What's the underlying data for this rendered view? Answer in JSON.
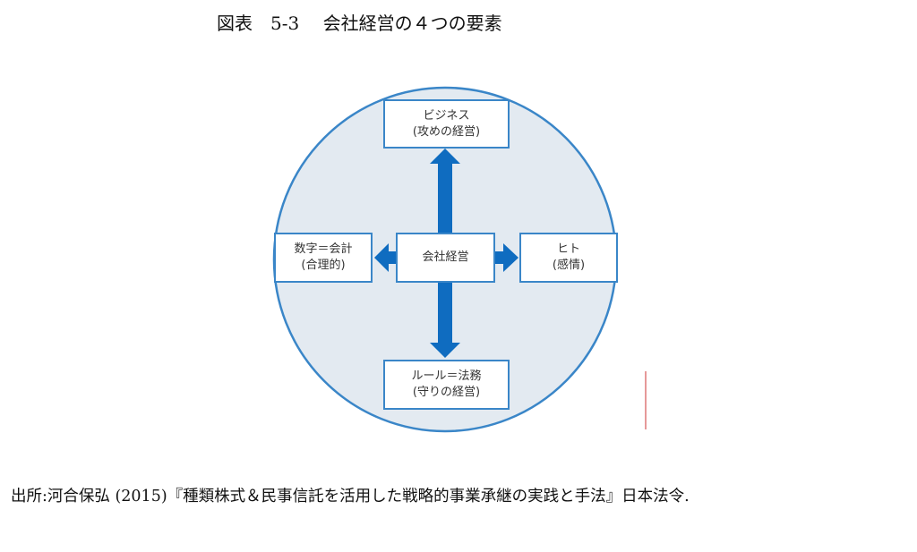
{
  "title": "図表　5-3　 会社経営の４つの要素",
  "diagram": {
    "center": "会社経営",
    "top": {
      "line1": "ビジネス",
      "line2": "(攻めの経営)"
    },
    "left": {
      "line1": "数字＝会計",
      "line2": "(合理的)"
    },
    "right": {
      "line1": "ヒト",
      "line2": "(感情)"
    },
    "bottom": {
      "line1": "ルール＝法務",
      "line2": "(守りの経営)"
    }
  },
  "source": "出所:河合保弘 (2015)『種類株式＆民事信託を活用した戦略的事業承継の実践と手法』日本法令.",
  "colors": {
    "circle_fill": "#e3eaf1",
    "circle_stroke": "#3a86c8",
    "arrow": "#0f6cc0"
  }
}
